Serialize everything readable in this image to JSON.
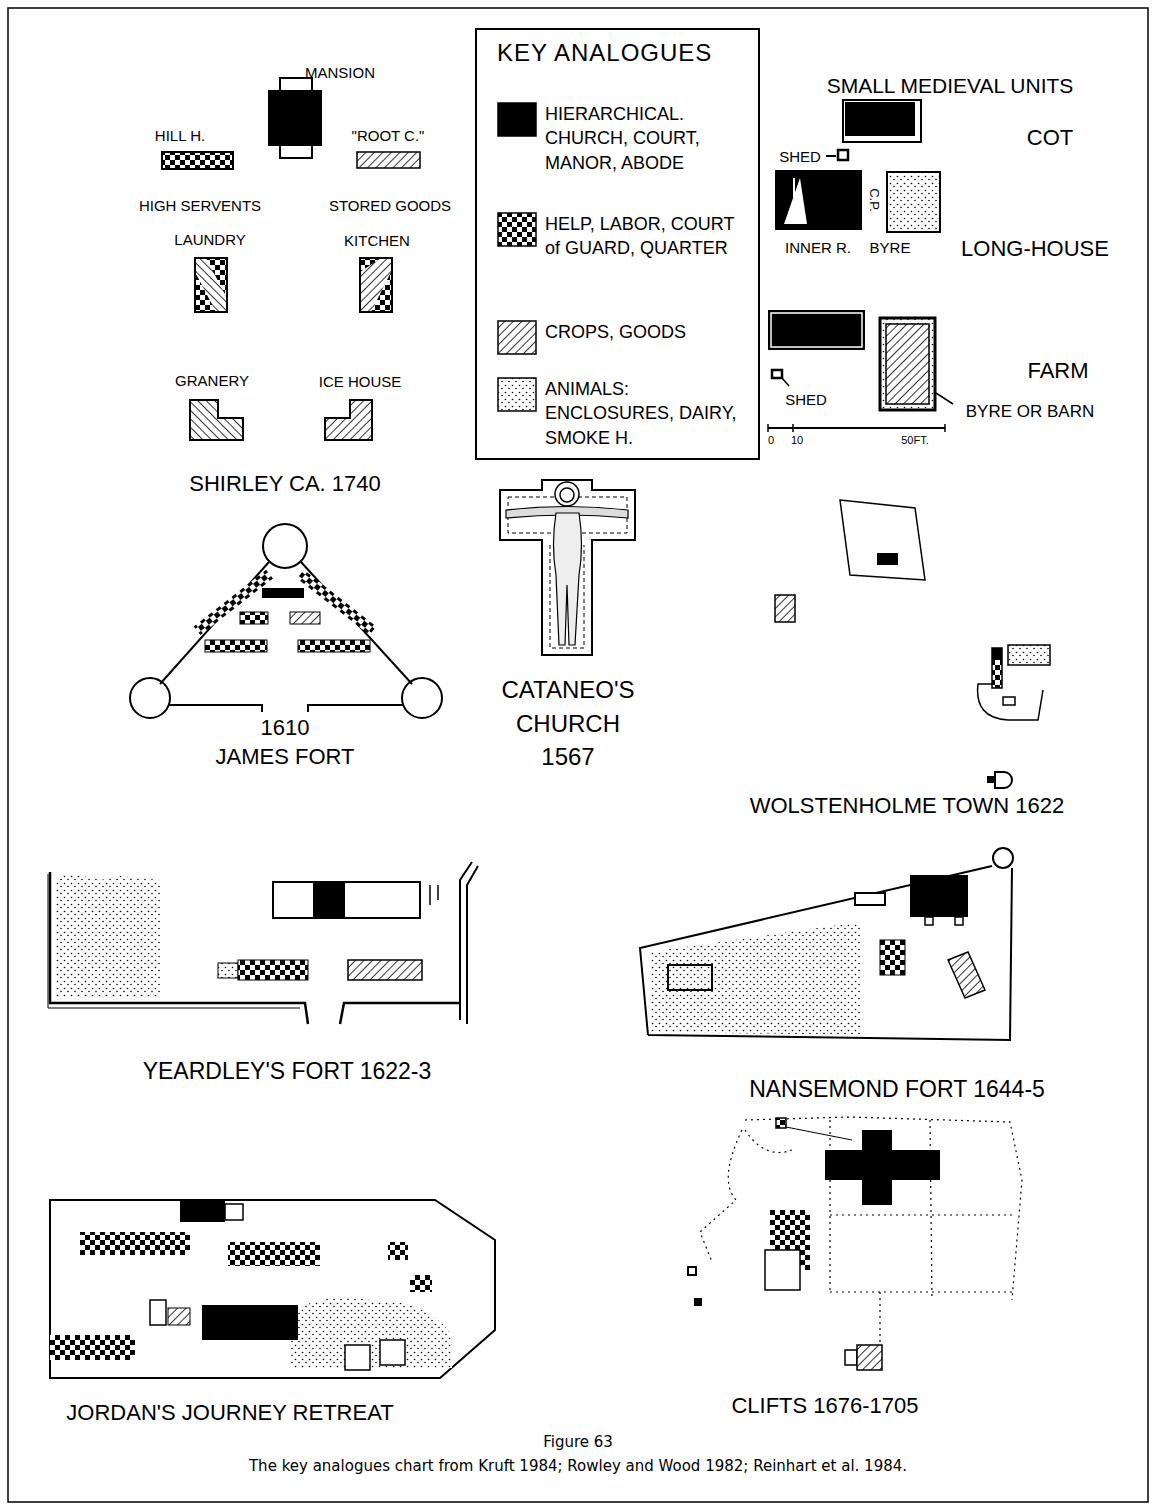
{
  "diagram": {
    "caption": "The key analogues chart from Kruft 1984; Rowley and Wood 1982; Reinhart et al. 1984.",
    "nodes": [
      {
        "text": [
          "KEY ANALOGUES"
        ]
      }
    ],
    "labels": [
      "MANSION",
      "HILL H.",
      "\"ROOT C.\"",
      "HIGH SERVENTS",
      "STORED GOODS",
      "LAUNDRY",
      "KITCHEN",
      "GRANERY",
      "ICE HOUSE",
      "SHIRLEY CA. 1740",
      "SMALL MEDIEVAL UNITS",
      "COT",
      "SHED",
      "INNER R.",
      "BYRE",
      "C.P.",
      "LONG-HOUSE",
      "SHED",
      "FARM",
      "BYRE OR BARN",
      "0",
      "10",
      "50FT.",
      "1610",
      "JAMES FORT",
      "CATANEO'S CHURCH 1567",
      "WOLSTENHOLME TOWN 1622",
      "YEARDLEY'S FORT 1622-3",
      "NANSEMOND FORT 1644-5",
      "JORDAN'S JOURNEY RETREAT",
      "CLIFTS 1676-1705",
      "Figure 63"
    ],
    "legend": [
      {
        "text": "HIERARCHICAL. CHURCH, COURT, MANOR, ABODE",
        "color": "#000000"
      },
      {
        "text": "HELP, LABOR, COURT of GUARD, QUARTER"
      },
      {
        "text": "CROPS, GOODS"
      },
      {
        "text": "ANIMALS: ENCLOSURES, DAIRY, SMOKE H."
      }
    ]
  }
}
